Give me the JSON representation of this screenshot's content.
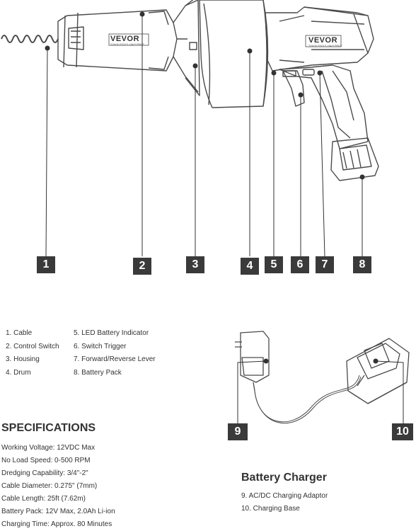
{
  "brand": "VEVOR",
  "brand_tagline": "TOUGH TOOLS, HALF PRICE",
  "callouts_top": [
    "1",
    "2",
    "3",
    "4",
    "5",
    "6",
    "7",
    "8"
  ],
  "callouts_charger": [
    "9",
    "10"
  ],
  "parts_left": [
    "1. Cable",
    "2. Control Switch",
    "3. Housing",
    "4. Drum"
  ],
  "parts_right": [
    "5. LED Battery Indicator",
    "6. Switch Trigger",
    "7. Forward/Reverse Lever",
    "8. Battery Pack"
  ],
  "specs_title": "SPECIFICATIONS",
  "specs": [
    "Working Voltage: 12VDC Max",
    "No Load Speed: 0-500 RPM",
    "Dredging Capability: 3/4\"-2\"",
    "Cable Diameter: 0.275\" (7mm)",
    "Cable Length: 25ft (7.62m)",
    "Battery Pack: 12V Max, 2.0Ah Li-ion",
    "Charging Time: Approx. 80 Minutes"
  ],
  "charger_title": "Battery Charger",
  "charger_items": [
    "9. AC/DC Charging Adaptor",
    "10. Charging Base"
  ],
  "colors": {
    "callout_bg": "#3a3a3a",
    "line": "#333333",
    "text": "#333333"
  }
}
